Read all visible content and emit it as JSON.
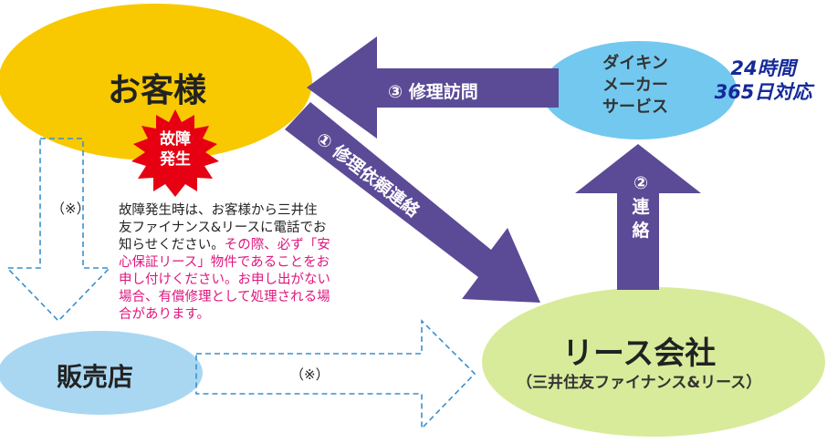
{
  "nodes": {
    "customer": "お客様",
    "dealer": "販売店",
    "lease_company": "リース会社",
    "lease_company_sub": "（三井住友ファイナンス&リース）",
    "daikin_lines": [
      "ダイキン",
      "メーカー",
      "サービス"
    ],
    "hours_lines": [
      "24時間",
      "365日対応"
    ]
  },
  "burst_lines": [
    "故障",
    "発生"
  ],
  "arrows": {
    "step1": "① 修理依頼連絡",
    "step2_lines": [
      "②",
      "連",
      "絡"
    ],
    "step3": "③ 修理訪問"
  },
  "dashed_notes": {
    "customer_to_dealer": "（※）",
    "dealer_to_lease": "（※）"
  },
  "note": {
    "black_lines": [
      "故障発生時は、お客様から三井住",
      "友ファイナンス&リースに電話でお"
    ],
    "mixed_line": {
      "black": "知らせください。",
      "pink": "その際、必ず「安"
    },
    "pink_lines": [
      "心保証リース」物件であることをお",
      "申し付けください。お申し出がない",
      "場合、有償修理として処理される場",
      "合があります。"
    ]
  },
  "colors": {
    "customer_fill": "#f8c900",
    "lease_fill": "#d8eb9b",
    "daikin_fill": "#73c8ef",
    "dealer_fill": "#a9d7f2",
    "arrow_fill": "#5b4a96",
    "burst_fill": "#e60012",
    "dashed_stroke": "#3a8fcc",
    "note_pink": "#e0157f"
  }
}
